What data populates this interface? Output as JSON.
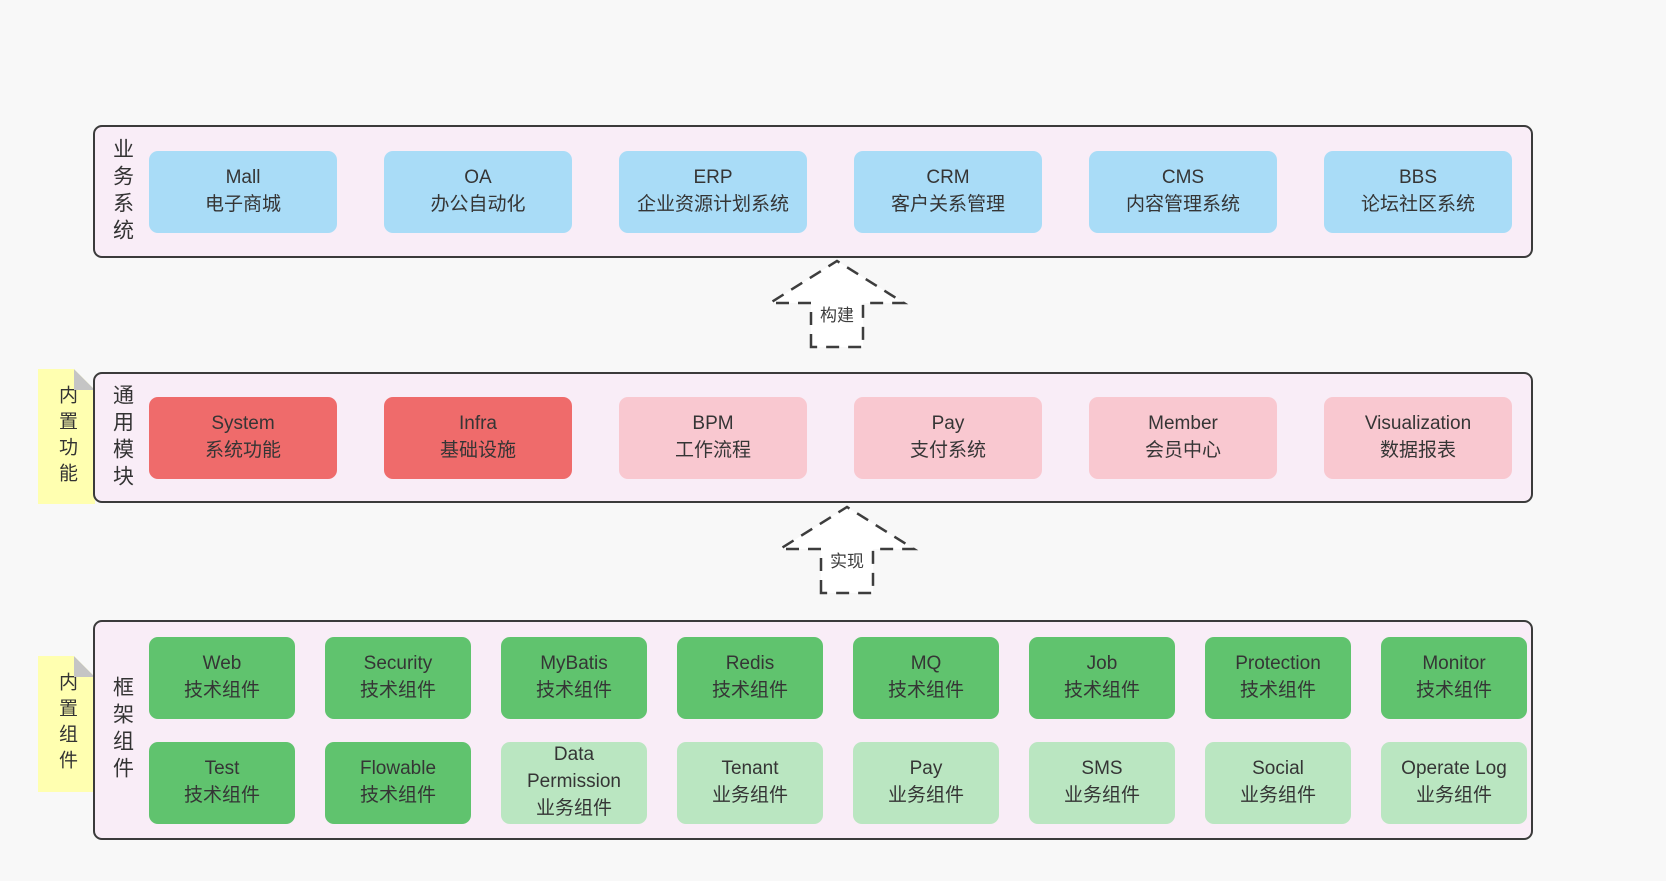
{
  "colors": {
    "canvas_bg": "#f8f8f8",
    "container_bg": "#f9edf7",
    "container_border": "#3b3b3b",
    "box_blue": "#a9dcf7",
    "box_red": "#ef6b6b",
    "box_pink": "#f9c8d0",
    "box_green_dark": "#60c36e",
    "box_green_light": "#bae6c1",
    "sticky_yellow": "#ffffb0",
    "sticky_fold": "#c5c5c5",
    "text": "#353535"
  },
  "arrows": [
    {
      "label": "构建"
    },
    {
      "label": "实现"
    }
  ],
  "layers": [
    {
      "label": "业务系统",
      "boxes": [
        {
          "name": "Mall",
          "desc": "电子商城"
        },
        {
          "name": "OA",
          "desc": "办公自动化"
        },
        {
          "name": "ERP",
          "desc": "企业资源计划系统"
        },
        {
          "name": "CRM",
          "desc": "客户关系管理"
        },
        {
          "name": "CMS",
          "desc": "内容管理系统"
        },
        {
          "name": "BBS",
          "desc": "论坛社区系统"
        }
      ]
    },
    {
      "label": "通用模块",
      "sticky": "内置功能",
      "boxes": [
        {
          "name": "System",
          "desc": "系统功能"
        },
        {
          "name": "Infra",
          "desc": "基础设施"
        },
        {
          "name": "BPM",
          "desc": "工作流程"
        },
        {
          "name": "Pay",
          "desc": "支付系统"
        },
        {
          "name": "Member",
          "desc": "会员中心"
        },
        {
          "name": "Visualization",
          "desc": "数据报表"
        }
      ]
    },
    {
      "label": "框架组件",
      "sticky": "内置组件",
      "rows": [
        [
          {
            "name": "Web",
            "desc": "技术组件"
          },
          {
            "name": "Security",
            "desc": "技术组件"
          },
          {
            "name": "MyBatis",
            "desc": "技术组件"
          },
          {
            "name": "Redis",
            "desc": "技术组件"
          },
          {
            "name": "MQ",
            "desc": "技术组件"
          },
          {
            "name": "Job",
            "desc": "技术组件"
          },
          {
            "name": "Protection",
            "desc": "技术组件"
          },
          {
            "name": "Monitor",
            "desc": "技术组件"
          }
        ],
        [
          {
            "name": "Test",
            "desc": "技术组件"
          },
          {
            "name": "Flowable",
            "desc": "技术组件"
          },
          {
            "name": "Data Permission",
            "desc": "业务组件"
          },
          {
            "name": "Tenant",
            "desc": "业务组件"
          },
          {
            "name": "Pay",
            "desc": "业务组件"
          },
          {
            "name": "SMS",
            "desc": "业务组件"
          },
          {
            "name": "Social",
            "desc": "业务组件"
          },
          {
            "name": "Operate Log",
            "desc": "业务组件"
          }
        ]
      ]
    }
  ]
}
